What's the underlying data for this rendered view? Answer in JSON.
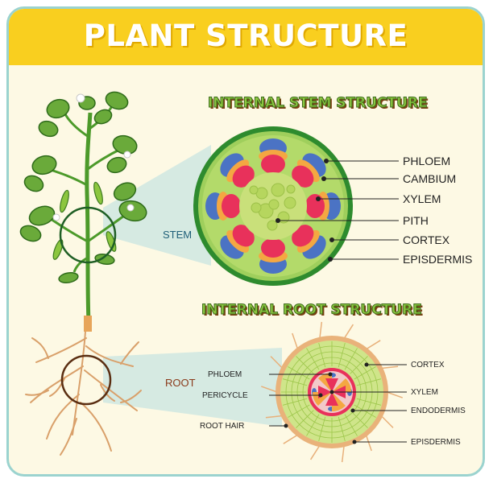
{
  "title": "PLANT STRUCTURE",
  "stem_section": {
    "heading": "INTERNAL STEM STRUCTURE",
    "side_label": "STEM",
    "labels": [
      "PHLOEM",
      "CAMBIUM",
      "XYLEM",
      "PITH",
      "CORTEX",
      "EPISDERMIS"
    ]
  },
  "root_section": {
    "heading": "INTERNAL ROOT STRUCTURE",
    "side_label": "ROOT",
    "left_labels": [
      "PHLOEM",
      "PERICYCLE",
      "ROOT HAIR"
    ],
    "right_labels": [
      "CORTEX",
      "XYLEM",
      "ENDODERMIS",
      "EPISDERMIS"
    ]
  },
  "colors": {
    "banner": "#f9cf1f",
    "background": "#fdf9e4",
    "border": "#9bd3cf",
    "leaf": "#6aaa3a",
    "xylem": "#e8315b",
    "phloem": "#4b73c4",
    "cambium": "#f4a742",
    "pith": "#c9e07a",
    "epidermis": "#2e8b2e"
  },
  "icons": [
    "plant-illustration",
    "stem-cross-section",
    "root-cross-section"
  ]
}
